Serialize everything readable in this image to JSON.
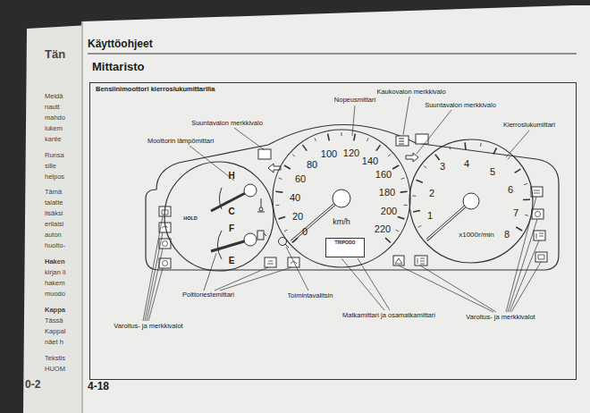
{
  "diagram": {
    "title": "Mittaristo",
    "nodes": [
      {
        "text": [
          "Bensiinimoottori kierroslukumittarilla"
        ]
      },
      {
        "text": [
          "H",
          "C",
          "F",
          "E"
        ],
        "in": 0
      },
      {
        "text": [
          "0",
          "20",
          "40",
          "60",
          "80",
          "100",
          "120",
          "140",
          "160",
          "180",
          "200",
          "220",
          "km/h"
        ],
        "in": 0
      },
      {
        "text": [
          "TRIPODO"
        ],
        "in": 2
      },
      {
        "text": [
          "1",
          "2",
          "3",
          "4",
          "5",
          "6",
          "7",
          "8",
          "x1000r/min"
        ],
        "in": 0
      }
    ],
    "labels": [
      "Tän",
      "Meidä",
      "nautt",
      "mahdo",
      "lukem",
      "kante",
      "Runsa",
      "sille",
      "helpos",
      "Tämä",
      "talatte",
      "lisäksi",
      "erilaisi",
      "auton",
      "huolto-",
      "Haken",
      "kirjan li",
      "hakem",
      "muodo",
      "Kappa",
      "Tässä",
      "Kappal",
      "näet h",
      "Tekstis",
      "HUOM",
      "0-2",
      "Käyttöohjeet",
      "Nopeusmittari",
      "Kaukovalon merkkivalo",
      "Suuntavalon merkkivalo",
      "Suuntavalon merkkivalo",
      "Kierroslukumittari",
      "Moottorin lämpömittari",
      "HOLD",
      "Polttonestemittari",
      "Toimintavalitsin",
      "Matkamittari ja osamatkamittari",
      "Varoitus- ja merkkivalot",
      "Varoitus- ja merkkivalot",
      "4-18"
    ]
  }
}
